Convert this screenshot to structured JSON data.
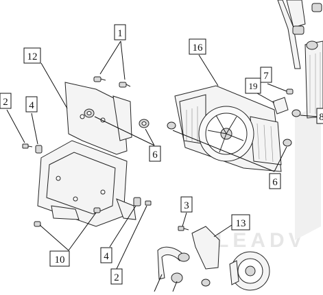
{
  "callouts": {
    "c1": "1",
    "c12": "12",
    "c16": "16",
    "c2a": "2",
    "c4a": "4",
    "c6a": "6",
    "c7": "7",
    "c19": "19",
    "c8": "8",
    "c6b": "6",
    "c3": "3",
    "c13": "13",
    "c10": "10",
    "c4b": "4",
    "c2b": "2"
  },
  "watermark": "LEADV"
}
